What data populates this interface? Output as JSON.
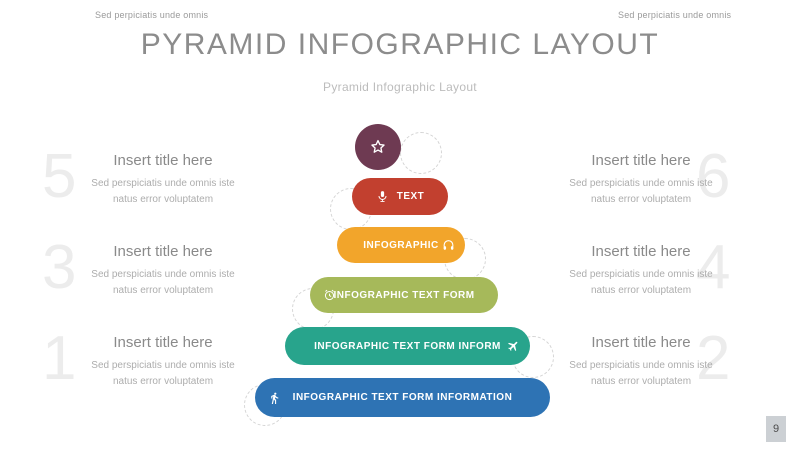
{
  "slide": {
    "corner_note_left": "Sed perpiciatis unde omnis",
    "corner_note_right": "Sed perpiciatis unde omnis",
    "title": "PYRAMID INFOGRAPHIC LAYOUT",
    "subtitle": "Pyramid Infographic Layout",
    "page_number": "9"
  },
  "pyramid": {
    "levels": [
      {
        "label": "",
        "icon": "star-icon",
        "color": "#6E3A52"
      },
      {
        "label": "TEXT",
        "icon": "microphone-icon",
        "color": "#C2402F"
      },
      {
        "label": "INFOGRAPHIC",
        "icon": "headphones-icon",
        "color": "#F2A52B"
      },
      {
        "label": "INFOGRAPHIC TEXT FORM",
        "icon": "alarm-clock-icon",
        "color": "#A6B95A"
      },
      {
        "label": "INFOGRAPHIC TEXT FORM INFORM",
        "icon": "airplane-icon",
        "color": "#28A48C"
      },
      {
        "label": "INFOGRAPHIC TEXT FORM INFORMATION",
        "icon": "walking-person-icon",
        "color": "#2E73B4"
      }
    ]
  },
  "side_items": {
    "left": [
      {
        "number": "5",
        "title": "Insert title here",
        "description": "Sed perspiciatis unde omnis iste natus error voluptatem"
      },
      {
        "number": "3",
        "title": "Insert title here",
        "description": "Sed perspiciatis unde omnis iste natus error voluptatem"
      },
      {
        "number": "1",
        "title": "Insert title here",
        "description": "Sed perspiciatis unde omnis iste natus error voluptatem"
      }
    ],
    "right": [
      {
        "number": "6",
        "title": "Insert title here",
        "description": "Sed perspiciatis unde omnis iste natus error voluptatem"
      },
      {
        "number": "4",
        "title": "Insert title here",
        "description": "Sed perspiciatis unde omnis iste natus error voluptatem"
      },
      {
        "number": "2",
        "title": "Insert title here",
        "description": "Sed perspiciatis unde omnis iste natus error voluptatem"
      }
    ]
  }
}
